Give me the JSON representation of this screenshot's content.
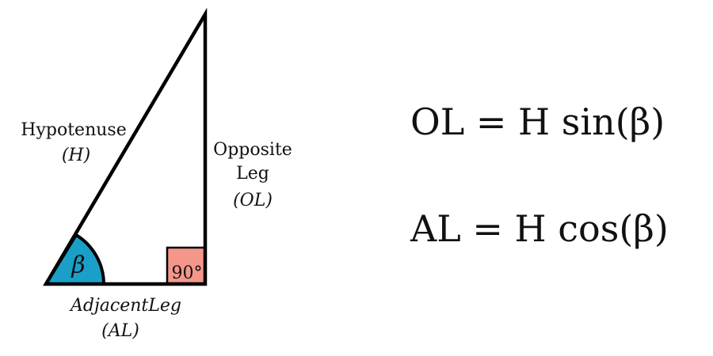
{
  "diagram": {
    "hypotenuse": {
      "name": "Hypotenuse",
      "symbol": "(H)"
    },
    "opposite": {
      "line1": "Opposite",
      "line2": "Leg",
      "symbol": "(OL)"
    },
    "adjacent": {
      "name": "AdjacentLeg",
      "symbol": "(AL)"
    },
    "angle_symbol": "β",
    "right_angle": "90°"
  },
  "equations": {
    "sin": "OL = H sin(β)",
    "cos": "AL = H cos(β)"
  },
  "colors": {
    "angle_fill": "#1AA0C8",
    "right_angle_fill": "#F4978A",
    "stroke": "#000000"
  }
}
